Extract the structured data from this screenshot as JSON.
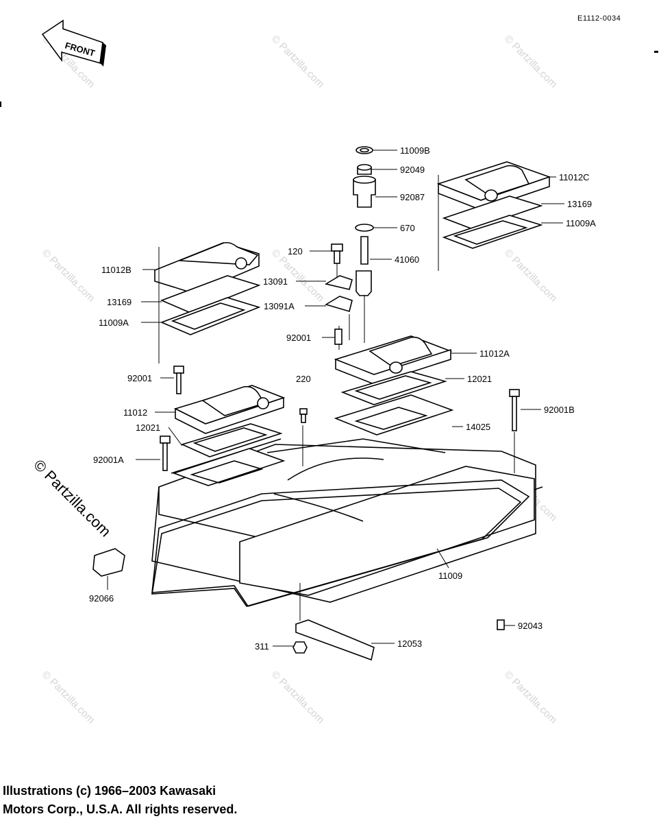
{
  "diagram_code": "E1112-0034",
  "front_label": "FRONT",
  "watermark": "© Partzilla.com",
  "copyright": {
    "line1": "Illustrations (c) 1966–2003 Kawasaki",
    "line2": "Motors Corp., U.S.A.  All rights reserved."
  },
  "parts": {
    "p11009B": "11009B",
    "p92049": "92049",
    "p92087": "92087",
    "p670": "670",
    "p41060": "41060",
    "p120": "120",
    "p13091": "13091",
    "p13091A": "13091A",
    "p92001_top": "92001",
    "p11012C": "11012C",
    "p13169_r": "13169",
    "p11009A_r": "11009A",
    "p11012B": "11012B",
    "p13169_l": "13169",
    "p11009A_l": "11009A",
    "p11012A": "11012A",
    "p12021_r": "12021",
    "p220": "220",
    "p92001B": "92001B",
    "p14025": "14025",
    "p92001_left": "92001",
    "p11012": "11012",
    "p12021_l": "12021",
    "p92001A": "92001A",
    "p11009": "11009",
    "p92066": "92066",
    "p92043": "92043",
    "p12053": "12053",
    "p311": "311"
  }
}
